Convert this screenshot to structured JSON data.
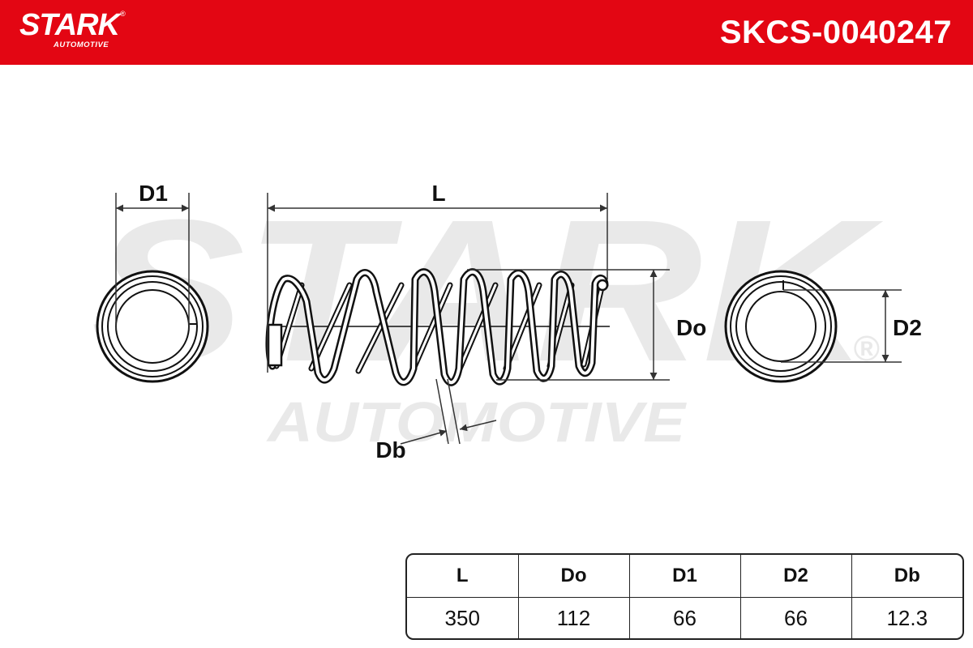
{
  "header": {
    "brand_name": "STARK",
    "brand_reg": "®",
    "brand_sub": "AUTOMOTIVE",
    "part_number": "SKCS-0040247"
  },
  "watermark": {
    "main": "STARK",
    "sub": "AUTOMOTIVE",
    "reg": "®"
  },
  "diagram": {
    "labels": {
      "d1": "D1",
      "l": "L",
      "do": "Do",
      "db": "Db",
      "d2": "D2"
    }
  },
  "specs": {
    "headers": [
      "L",
      "Do",
      "D1",
      "D2",
      "Db"
    ],
    "values": [
      "350",
      "112",
      "66",
      "66",
      "12.3"
    ]
  },
  "colors": {
    "brand_red": "#e30613",
    "line": "#111111",
    "watermark": "#e9e9e9"
  }
}
